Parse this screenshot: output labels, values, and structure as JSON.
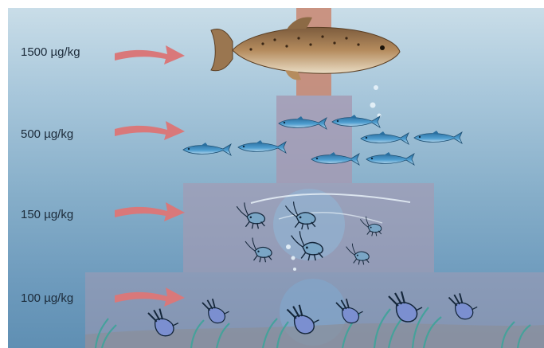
{
  "levels": [
    {
      "label": "1500 µg/kg",
      "organism": "trout"
    },
    {
      "label": "500 µg/kg",
      "organism": "small-fish"
    },
    {
      "label": "150 µg/kg",
      "organism": "zooplankton"
    },
    {
      "label": "100 µg/kg",
      "organism": "benthic-invertebrates"
    }
  ],
  "colors": {
    "arrow": "#d9787a",
    "pyramid_top": "#c98670",
    "pyramid_tier": "#a599b2",
    "small_fish": "#3d8bc0",
    "trout": "#a9835a",
    "plant": "#3fa39a"
  }
}
